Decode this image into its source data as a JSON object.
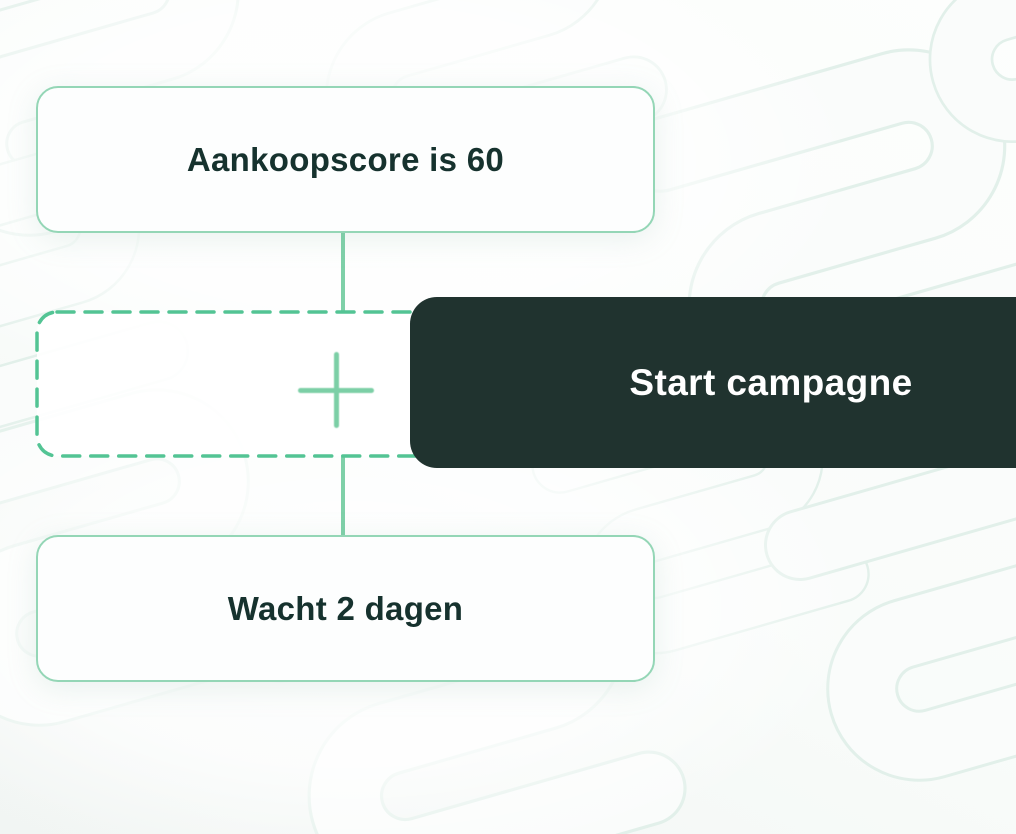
{
  "canvas": {
    "nodes": [
      {
        "id": "trigger",
        "type": "condition",
        "label": "Aankoopscore is 60"
      },
      {
        "id": "add-step",
        "type": "placeholder",
        "icon": "plus-icon",
        "label": ""
      },
      {
        "id": "wait",
        "type": "delay",
        "label": "Wacht 2 dagen"
      }
    ],
    "drag_item": {
      "label": "Start campagne"
    }
  },
  "colors": {
    "node_border": "#94d6b6",
    "connector_green": "#7ed0a8",
    "dashed_border": "#53c494",
    "plus_green": "#7ccfa6",
    "panel_dark": "#20332f",
    "text_dark": "#16322e",
    "text_light": "#ffffff",
    "background": "#f9fcfa",
    "pattern_stroke": "#e2f0ea"
  }
}
